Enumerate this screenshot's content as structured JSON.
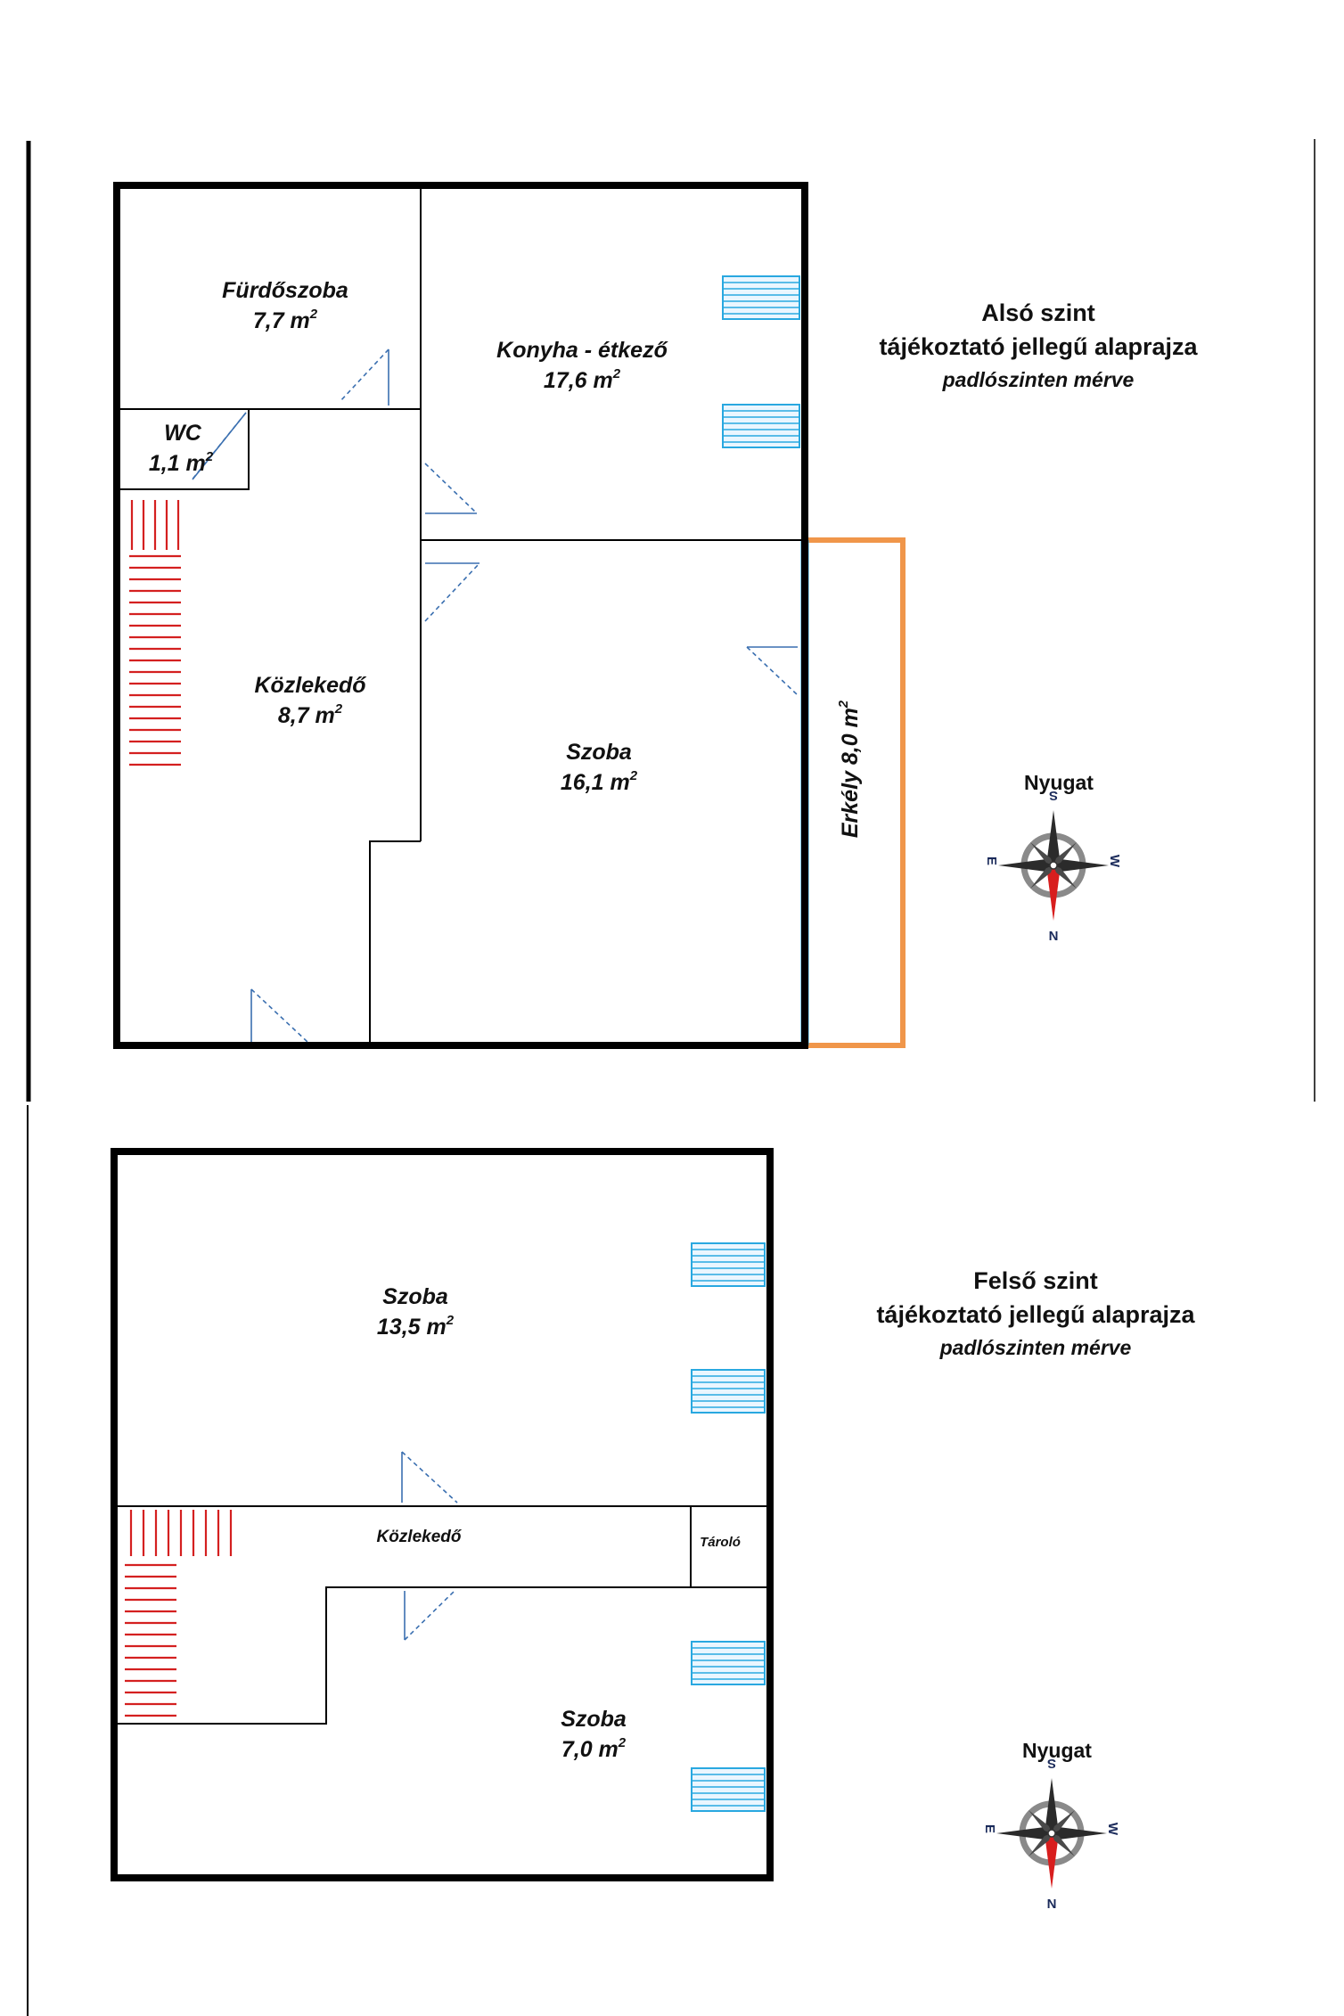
{
  "lower": {
    "title": "Alsó szint",
    "subtitle": "tájékoztató jellegű alaprajza",
    "note": "padlószinten mérve",
    "rooms": {
      "furdo": {
        "name": "Fürdőszoba",
        "area": "7,7 m"
      },
      "konyha": {
        "name": "Konyha  - étkező",
        "area": "17,6  m"
      },
      "wc": {
        "name": "WC",
        "area": "1,1 m"
      },
      "kozl": {
        "name": "Közlekedő",
        "area": "8,7 m"
      },
      "szoba": {
        "name": "Szoba",
        "area": "16,1 m"
      },
      "erkely": {
        "name": "Erkély 8,0 m"
      }
    },
    "compass_label": "Nyugat"
  },
  "upper": {
    "title": "Felső szint",
    "subtitle": "tájékoztató jellegű alaprajza",
    "note": "padlószinten mérve",
    "rooms": {
      "szoba1": {
        "name": "Szoba",
        "area": "13,5 m"
      },
      "kozl": {
        "name": "Közlekedő"
      },
      "tarolo": {
        "name": "Tároló"
      },
      "szoba2": {
        "name": "Szoba",
        "area": "7,0 m"
      }
    },
    "compass_label": "Nyugat"
  },
  "compass": {
    "n": "N",
    "s": "S",
    "e": "E",
    "w": "W"
  },
  "superscript": "2",
  "colors": {
    "wall": "#000000",
    "window": "#29a8e0",
    "stairs": "#d42020",
    "door": "#3a6fb0",
    "balcony_edge": "#f0964a",
    "balcony_wall": "#1aa6e4",
    "compass_red": "#d81e1e"
  }
}
